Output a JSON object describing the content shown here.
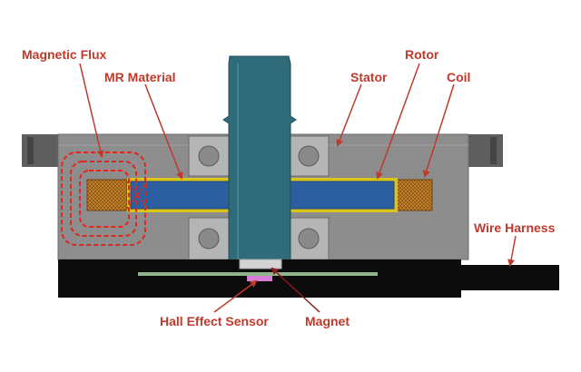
{
  "labels": {
    "magnetic_flux": "Magnetic Flux",
    "mr_material": "MR Material",
    "stator": "Stator",
    "rotor": "Rotor",
    "coil": "Coil",
    "wire_harness": "Wire Harness",
    "hall_effect_sensor": "Hall Effect Sensor",
    "magnet": "Magnet"
  },
  "colors": {
    "label_red": "#c0392b",
    "stator_gray": "#8d8d8d",
    "shaft_teal": "#2f6b78",
    "rotor_blue": "#2c5fa0",
    "mr_yellow": "#d9c41a",
    "coil_copper": "#b0701e",
    "base_black": "#0c0c0c",
    "board_green": "#8fb58c",
    "sensor_pink": "#d77ed3"
  }
}
